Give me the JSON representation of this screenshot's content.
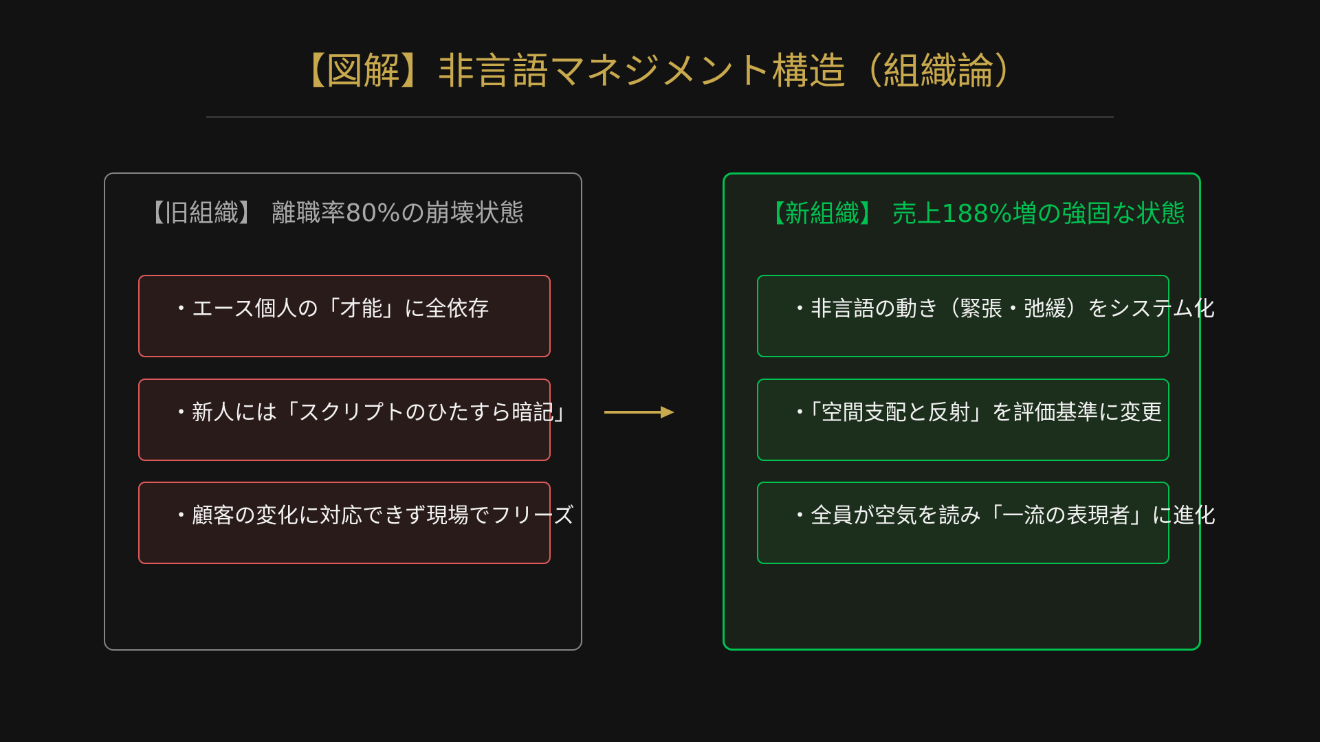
{
  "title": "【図解】非言語マネジメント構造（組織論）",
  "colors": {
    "accent_gold": "#c9a94d",
    "old_border": "#e05a5a",
    "new_accent": "#00c050"
  },
  "old_org": {
    "heading": "【旧組織】 離職率80%の崩壊状態",
    "items": [
      "・エース個人の「才能」に全依存",
      "・新人には「スクリプトのひたすら暗記」",
      "・顧客の変化に対応できず現場でフリーズ"
    ]
  },
  "new_org": {
    "heading": "【新組織】 売上188%増の強固な状態",
    "items": [
      "・非言語の動き（緊張・弛緩）をシステム化",
      "・「空間支配と反射」を評価基準に変更",
      "・全員が空気を読み「一流の表現者」に進化"
    ]
  },
  "arrow_icon": "right-arrow-icon"
}
